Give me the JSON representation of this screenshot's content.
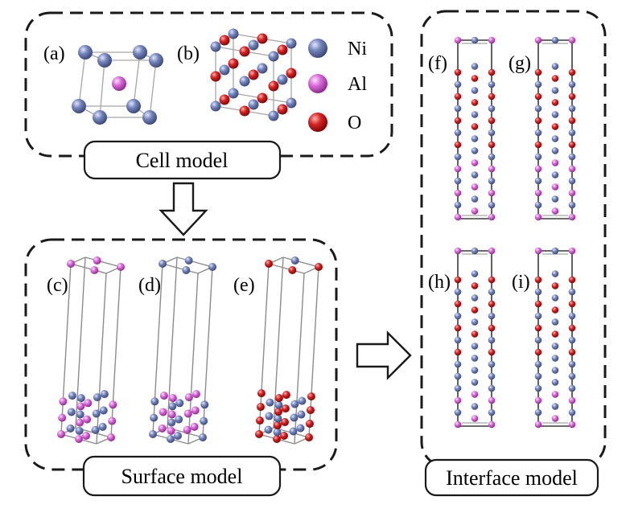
{
  "colors": {
    "Ni": "#6f80b5",
    "Al": "#d65fd6",
    "O": "#d42020",
    "frame": "#1a1a1a"
  },
  "legend": [
    {
      "element": "Ni",
      "label": "Ni"
    },
    {
      "element": "Al",
      "label": "Al"
    },
    {
      "element": "O",
      "label": "O"
    }
  ],
  "groups": {
    "cell": {
      "title": "Cell model"
    },
    "surface": {
      "title": "Surface model"
    },
    "interface": {
      "title": "Interface model"
    }
  },
  "panels": {
    "a": "(a)",
    "b": "(b)",
    "c": "(c)",
    "d": "(d)",
    "e": "(e)",
    "f": "(f)",
    "g": "(g)",
    "h": "(h)",
    "i": "(i)"
  },
  "interface_slabs": {
    "f": [
      "Al",
      "Ni",
      "Al",
      "Ni",
      "Al",
      "Ni",
      "O",
      "Ni",
      "O",
      "Ni",
      "O",
      "Ni",
      "O"
    ],
    "g": [
      "Al",
      "Ni",
      "Al",
      "Ni",
      "Al",
      "Ni",
      "O",
      "Ni",
      "O",
      "Ni",
      "O",
      "Ni",
      "O"
    ],
    "h": [
      "Al",
      "Ni",
      "Al",
      "Ni",
      "Ni",
      "Ni",
      "O",
      "Ni",
      "O",
      "Ni",
      "O",
      "Ni",
      "O"
    ],
    "i": [
      "Al",
      "Ni",
      "Al",
      "Ni",
      "Ni",
      "Ni",
      "O",
      "Ni",
      "O",
      "Ni",
      "O",
      "Ni",
      "O"
    ]
  }
}
